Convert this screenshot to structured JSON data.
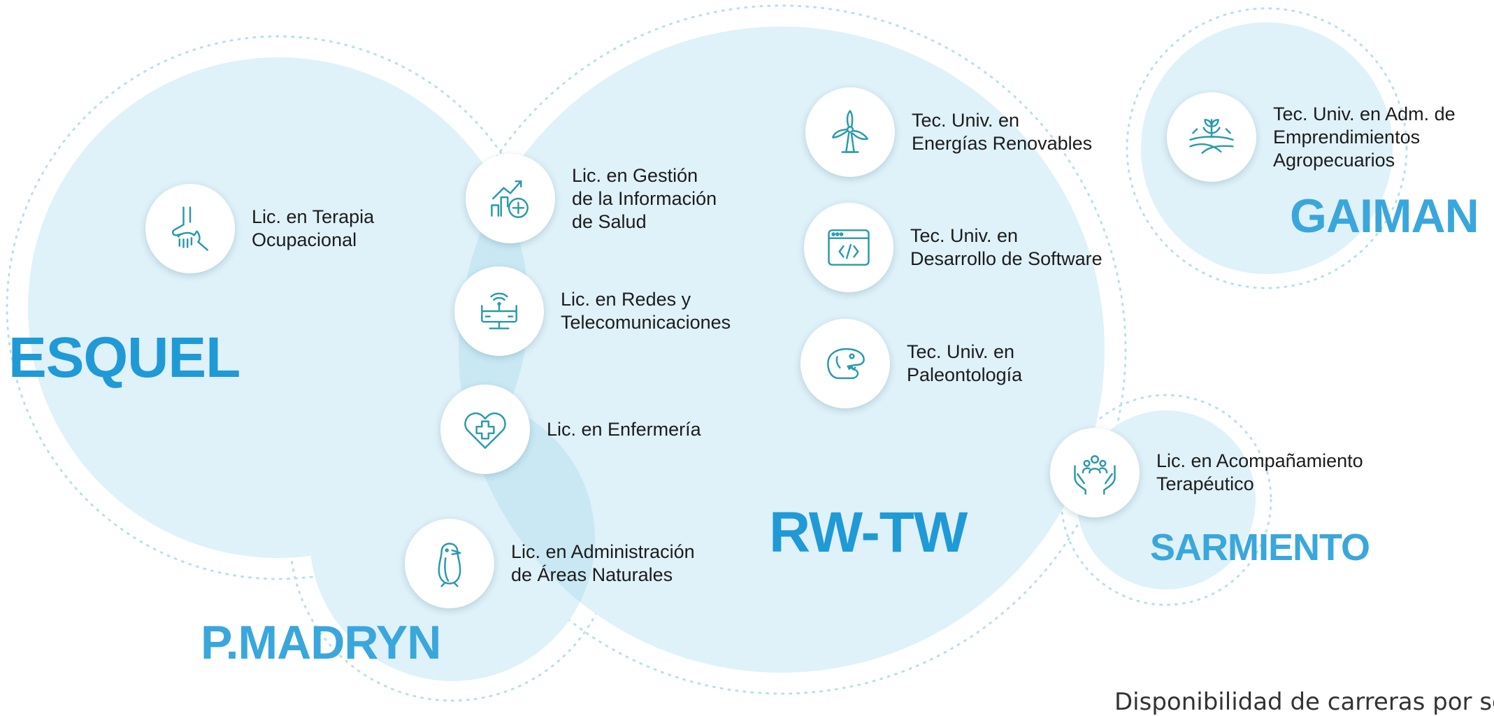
{
  "cities": {
    "esquel": "ESQUEL",
    "rwtw": "RW-TW",
    "pmadryn": "P.MADRYN",
    "gaiman": "GAIMAN",
    "sarmiento": "SARMIENTO"
  },
  "careers": [
    {
      "icon": "hand-icon",
      "lines": [
        "Lic. en Terapia",
        "Ocupacional"
      ]
    },
    {
      "icon": "health-chart-icon",
      "lines": [
        "Lic. en Gestión",
        "de la Información",
        "de Salud"
      ]
    },
    {
      "icon": "router-icon",
      "lines": [
        "Lic. en Redes y",
        "Telecomunicaciones"
      ]
    },
    {
      "icon": "heart-cross-icon",
      "lines": [
        "Lic. en Enfermería"
      ]
    },
    {
      "icon": "penguin-icon",
      "lines": [
        "Lic. en Administración",
        "de Áreas Naturales"
      ]
    },
    {
      "icon": "wind-turbine-icon",
      "lines": [
        "Tec. Univ. en",
        "Energías Renovables"
      ]
    },
    {
      "icon": "code-window-icon",
      "lines": [
        "Tec. Univ. en",
        "Desarrollo de Software"
      ]
    },
    {
      "icon": "dinosaur-icon",
      "lines": [
        "Tec. Univ. en",
        "Paleontología"
      ]
    },
    {
      "icon": "plant-field-icon",
      "lines": [
        "Tec. Univ. en Adm. de",
        "Emprendimientos",
        "Agropecuarios"
      ]
    },
    {
      "icon": "people-hands-icon",
      "lines": [
        "Lic. en Acompañamiento",
        "Terapéutico"
      ]
    }
  ],
  "footnote": "Disponibilidad de carreras por sede",
  "colors": {
    "bubble_fill": "#dff1f9",
    "bubble_overlap": "#c9e8f4",
    "city_text": "#1f9ad6",
    "icon_stroke": "#2a9aaa"
  }
}
